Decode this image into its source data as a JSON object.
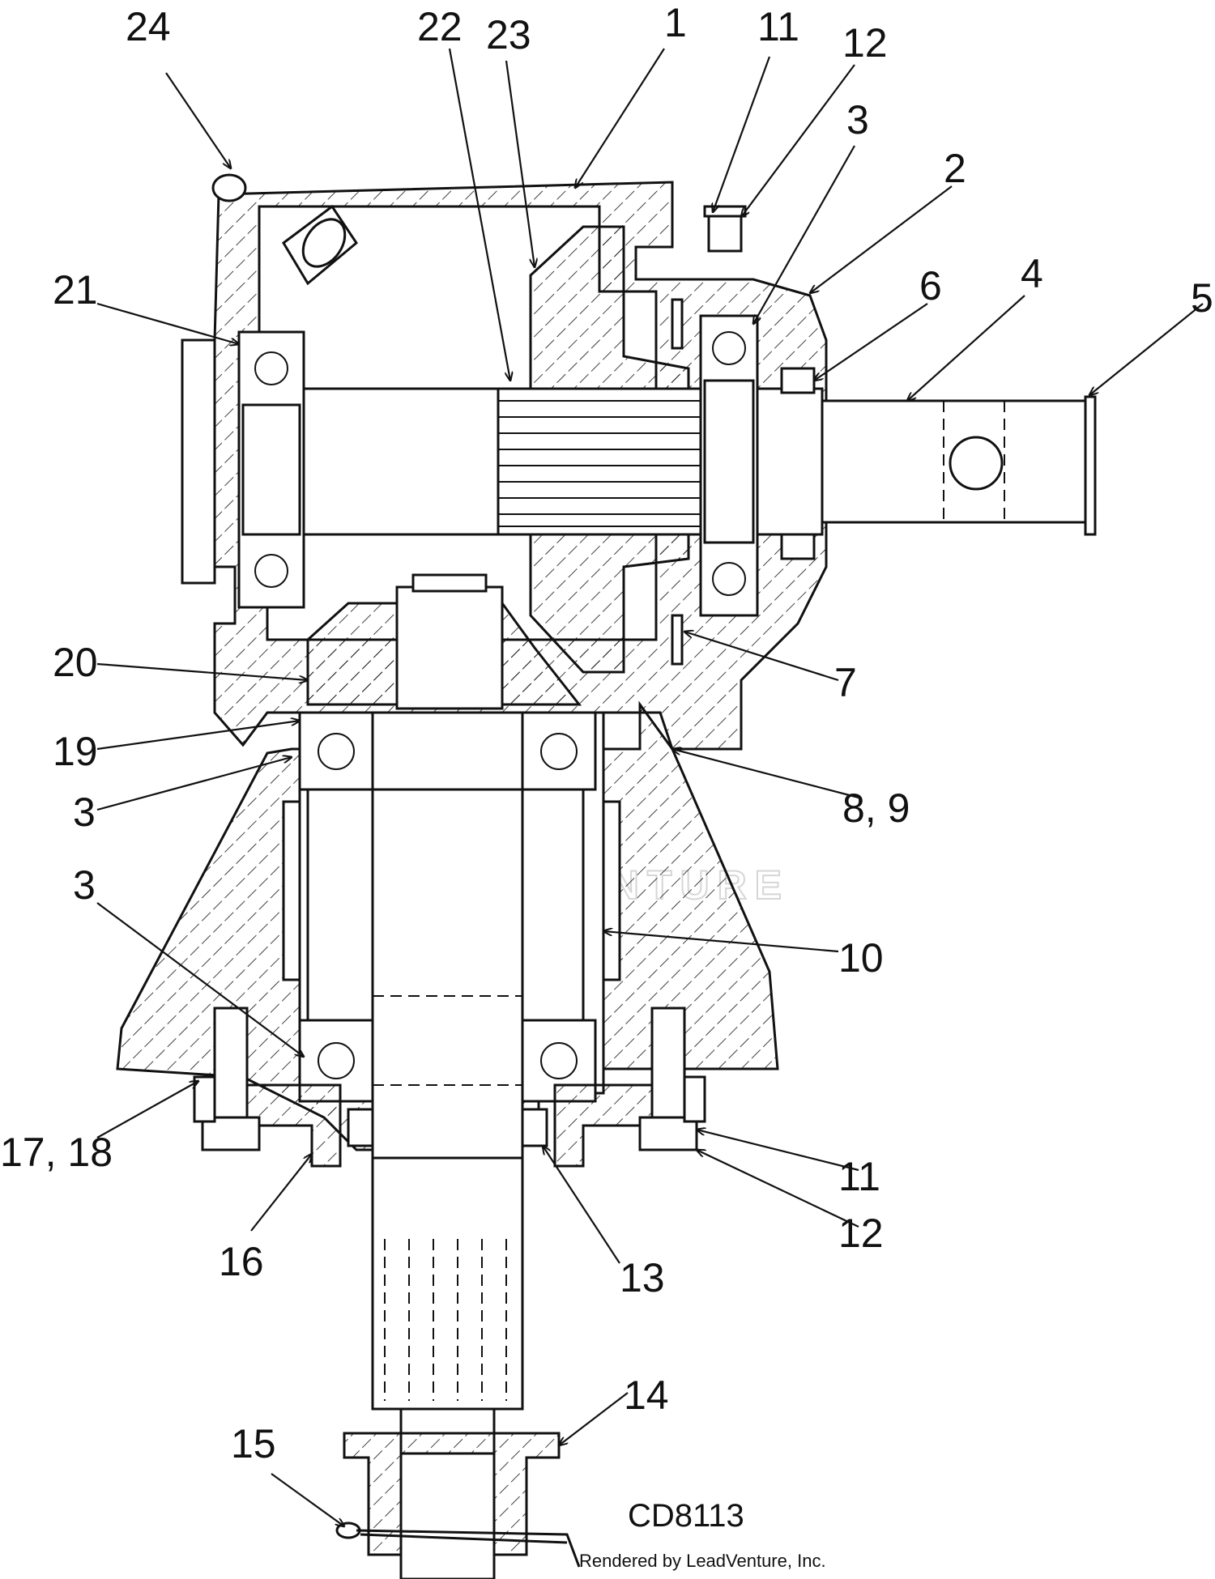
{
  "drawing": {
    "code": "CD8113",
    "credit": "Rendered by LeadVenture, Inc.",
    "watermark": "LEADVENTURE"
  },
  "callouts": [
    {
      "label": "24"
    },
    {
      "label": "22"
    },
    {
      "label": "23"
    },
    {
      "label": "1"
    },
    {
      "label": "11"
    },
    {
      "label": "12"
    },
    {
      "label": "3"
    },
    {
      "label": "2"
    },
    {
      "label": "21"
    },
    {
      "label": "6"
    },
    {
      "label": "4"
    },
    {
      "label": "5"
    },
    {
      "label": "20"
    },
    {
      "label": "7"
    },
    {
      "label": "19"
    },
    {
      "label": "3"
    },
    {
      "label": "8, 9"
    },
    {
      "label": "3"
    },
    {
      "label": "10"
    },
    {
      "label": "17, 18"
    },
    {
      "label": "11"
    },
    {
      "label": "12"
    },
    {
      "label": "16"
    },
    {
      "label": "13"
    },
    {
      "label": "14"
    },
    {
      "label": "15"
    }
  ]
}
